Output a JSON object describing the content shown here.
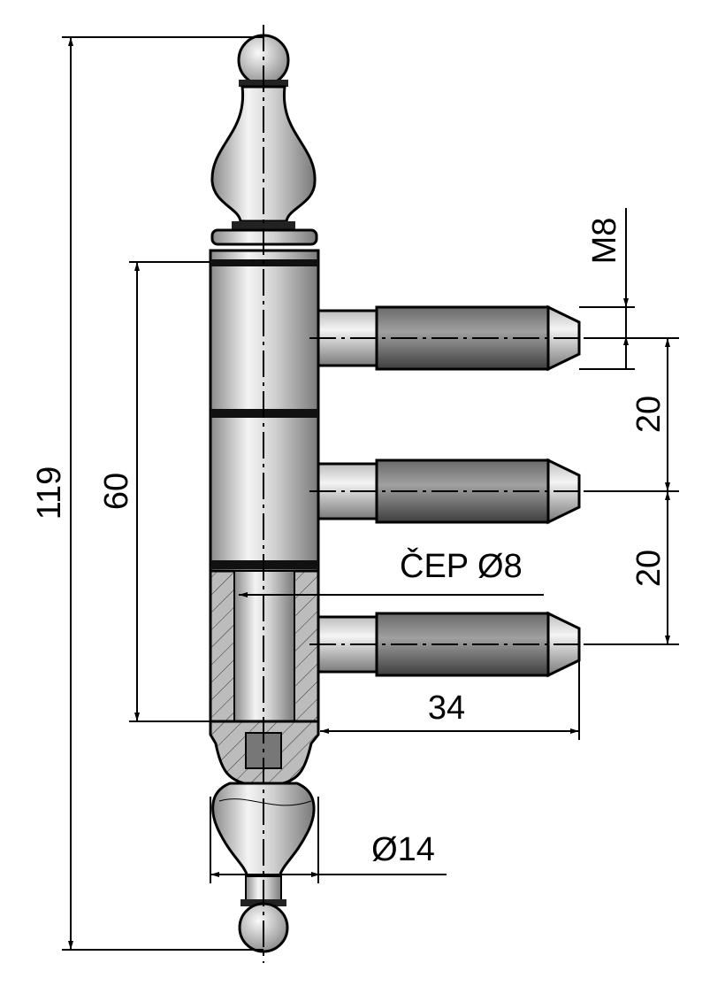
{
  "drawing": {
    "subject": "hinge",
    "dimensions": {
      "overall_length": "119",
      "body_length": "60",
      "thread": "M8",
      "pin_spacing_1": "20",
      "pin_spacing_2": "20",
      "pin_label": "ČEP Ø8",
      "pin_length": "34",
      "body_diameter": "Ø14"
    },
    "colors": {
      "line": "#000000",
      "metal_light": "#f2f2f2",
      "metal_dark": "#8a8a8a",
      "thread": "#555555"
    }
  }
}
